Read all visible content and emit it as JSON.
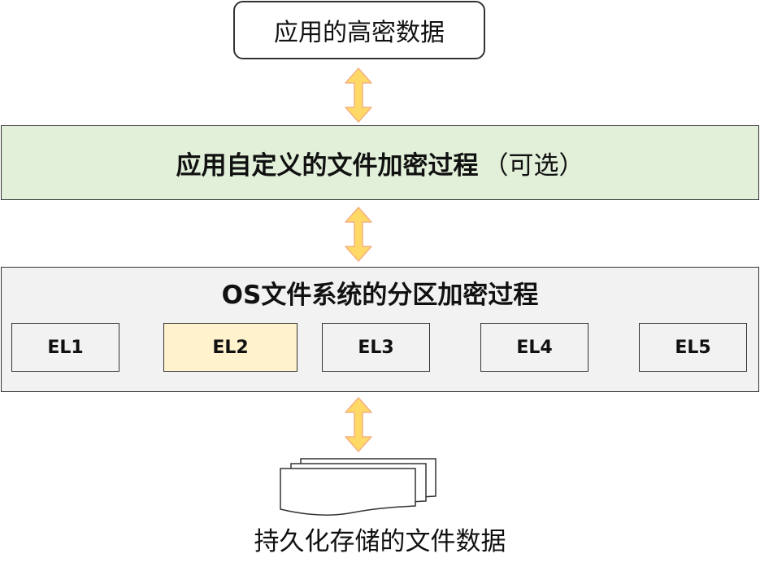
{
  "app_data": {
    "label": "应用的高密数据"
  },
  "app_layer": {
    "title_bold": "应用自定义的文件加密过程",
    "title_suffix": "（可选）",
    "background_color": "#e2f0d9"
  },
  "os_layer": {
    "title": "OS文件系统的分区加密过程",
    "background_color": "#f2f2f2",
    "levels": [
      {
        "label": "EL1",
        "highlighted": false
      },
      {
        "label": "EL2",
        "highlighted": true
      },
      {
        "label": "EL3",
        "highlighted": false
      },
      {
        "label": "EL4",
        "highlighted": false
      },
      {
        "label": "EL5",
        "highlighted": false
      }
    ],
    "highlight_color": "#fff2cc"
  },
  "storage": {
    "label": "持久化存储的文件数据",
    "icon": "document-stack-icon"
  },
  "arrows": {
    "color": "#ffd966",
    "stroke_color": "#f4b183",
    "icon": "double-arrow-vertical-icon"
  }
}
